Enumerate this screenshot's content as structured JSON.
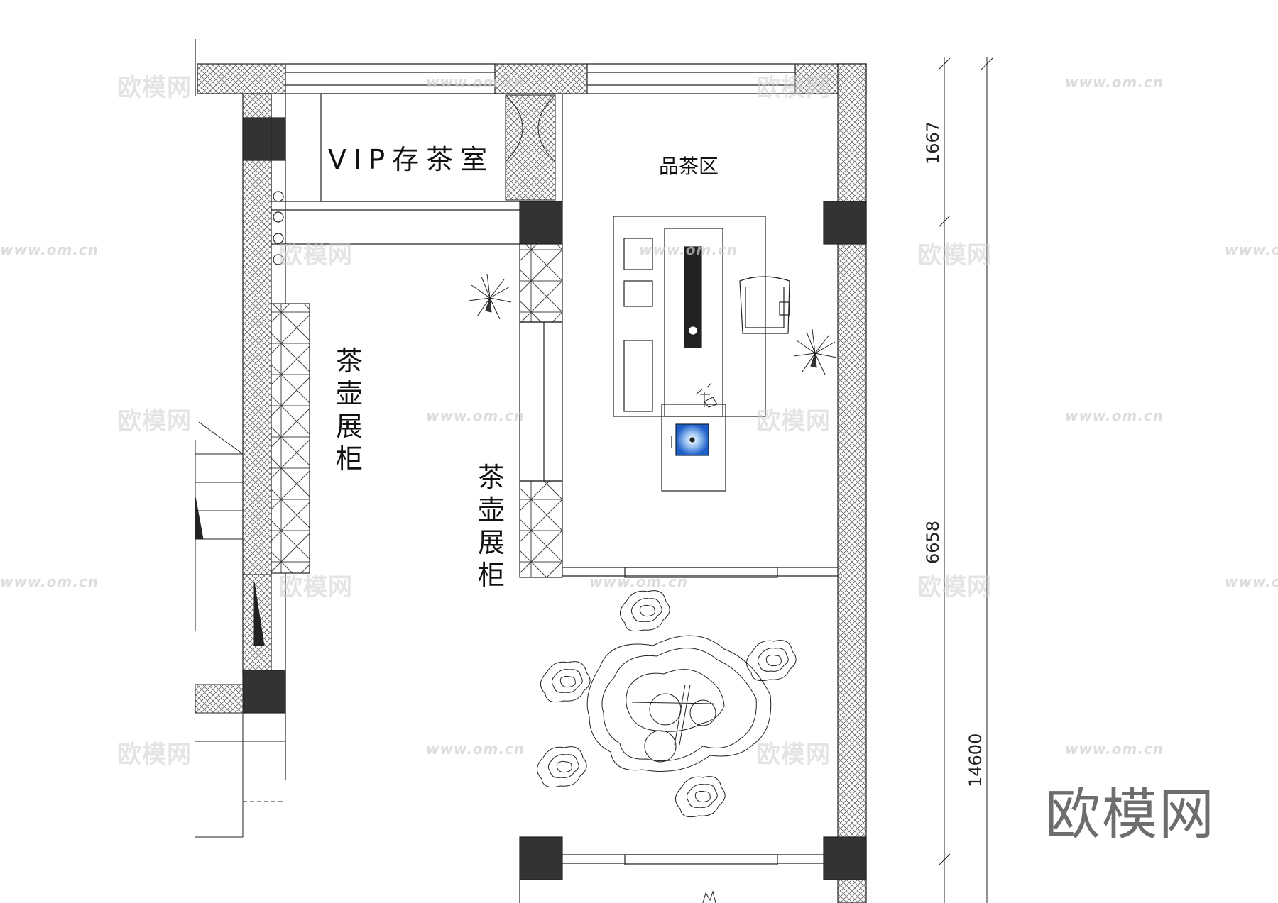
{
  "rooms": {
    "vip_room": "VIP存茶室",
    "tasting_area": "品茶区",
    "teapot_cabinet_left": "茶壶展柜",
    "teapot_cabinet_right": "茶壶展柜"
  },
  "dimensions": {
    "seg1": "1667",
    "seg2": "6658",
    "total": "14600"
  },
  "watermark": {
    "brand": "欧模网",
    "url": "www.om.cn"
  },
  "logo": "欧模网",
  "colors": {
    "line": "#222222",
    "column": "#333333",
    "hatch": "#555555",
    "basin": "#1e5fc7",
    "watermark": "#cfcfcf"
  }
}
